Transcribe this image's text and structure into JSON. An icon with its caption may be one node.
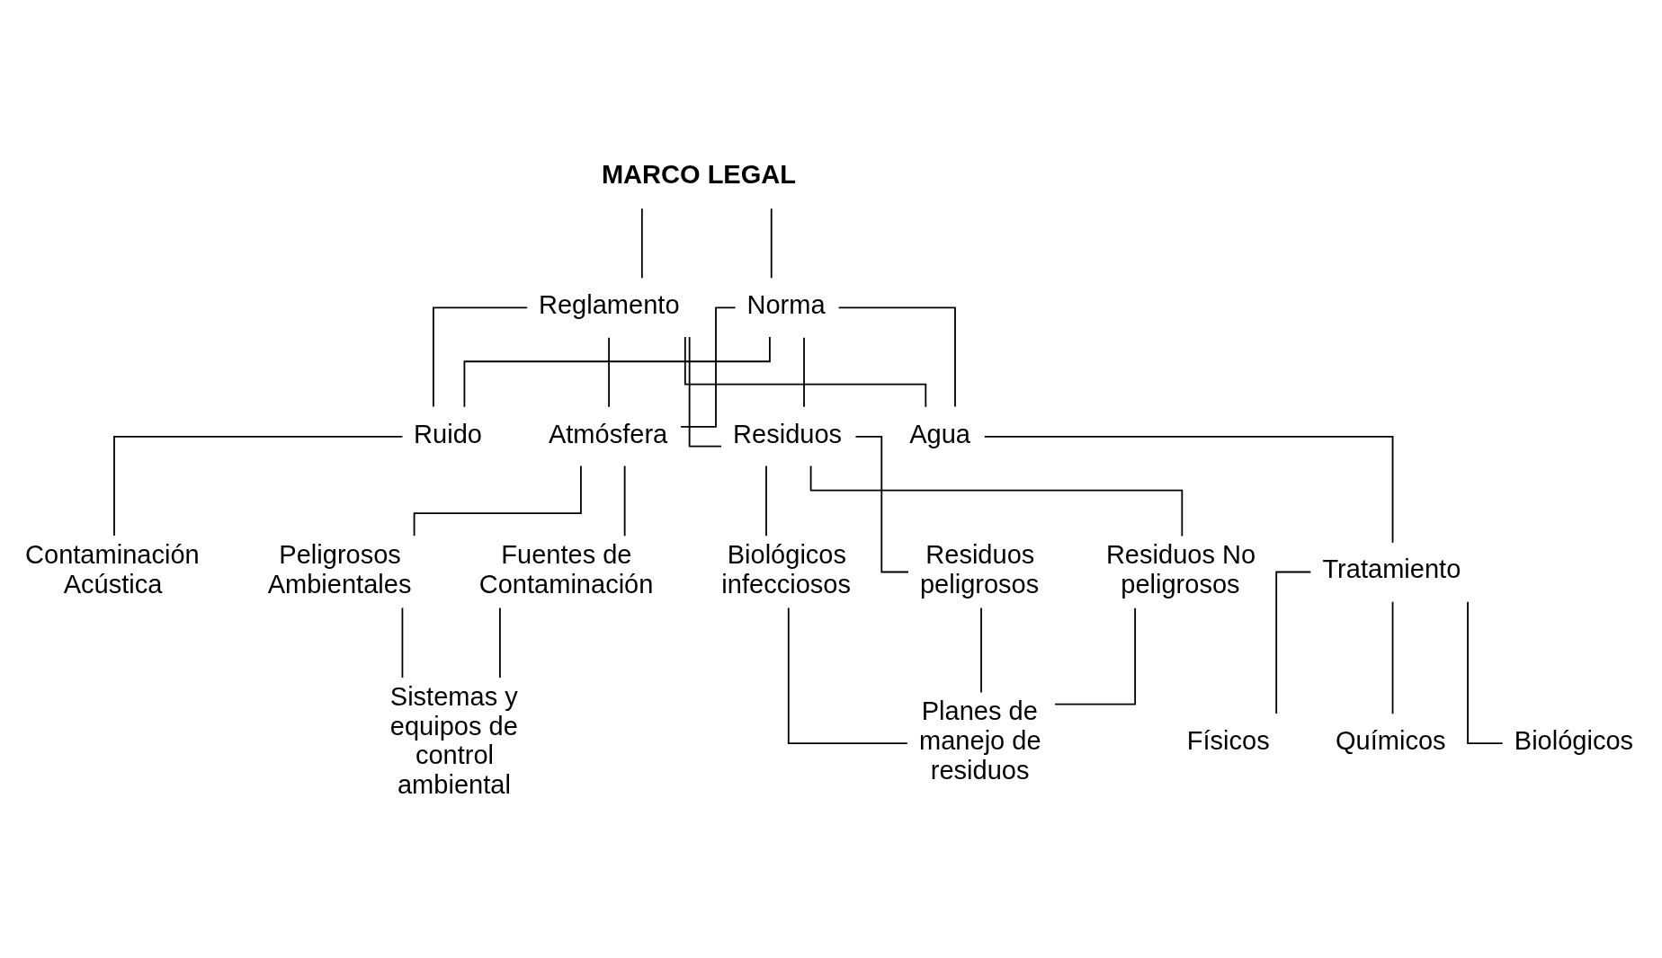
{
  "diagram": {
    "nodes": [
      {
        "text": [
          "MARCO LEGAL"
        ]
      },
      {
        "text": [
          "Reglamento"
        ]
      },
      {
        "text": [
          "Norma"
        ]
      },
      {
        "text": [
          "Ruido"
        ]
      },
      {
        "text": [
          "Atmósfera"
        ]
      },
      {
        "text": [
          "Residuos"
        ]
      },
      {
        "text": [
          "Agua"
        ]
      },
      {
        "text": [
          "Contaminación Acústica"
        ]
      },
      {
        "text": [
          "Peligrosos Ambientales"
        ]
      },
      {
        "text": [
          "Fuentes de Contaminación"
        ]
      },
      {
        "text": [
          "Biológicos infecciosos"
        ]
      },
      {
        "text": [
          "Residuos peligrosos"
        ]
      },
      {
        "text": [
          "Residuos No peligrosos"
        ]
      },
      {
        "text": [
          "Tratamiento"
        ]
      },
      {
        "text": [
          "Sistemas y equipos de control ambiental"
        ]
      },
      {
        "text": [
          "Planes de manejo de residuos"
        ]
      },
      {
        "text": [
          "Físicos"
        ]
      },
      {
        "text": [
          "Químicos"
        ]
      },
      {
        "text": [
          "Biológicos"
        ]
      }
    ],
    "edges": [
      {
        "from": 0,
        "to": 1,
        "arrow": "none"
      },
      {
        "from": 0,
        "to": 2,
        "arrow": "none"
      },
      {
        "from": 1,
        "to": 3,
        "arrow": "none"
      },
      {
        "from": 1,
        "to": 4,
        "arrow": "none"
      },
      {
        "from": 1,
        "to": 5,
        "arrow": "none"
      },
      {
        "from": 1,
        "to": 6,
        "arrow": "none"
      },
      {
        "from": 2,
        "to": 3,
        "arrow": "none"
      },
      {
        "from": 2,
        "to": 4,
        "arrow": "none"
      },
      {
        "from": 2,
        "to": 5,
        "arrow": "none"
      },
      {
        "from": 2,
        "to": 6,
        "arrow": "none"
      },
      {
        "from": 3,
        "to": 7,
        "arrow": "none"
      },
      {
        "from": 4,
        "to": 8,
        "arrow": "none"
      },
      {
        "from": 4,
        "to": 9,
        "arrow": "none"
      },
      {
        "from": 5,
        "to": 10,
        "arrow": "none"
      },
      {
        "from": 5,
        "to": 11,
        "arrow": "none"
      },
      {
        "from": 5,
        "to": 12,
        "arrow": "none"
      },
      {
        "from": 6,
        "to": 13,
        "arrow": "none"
      },
      {
        "from": 8,
        "to": 14,
        "arrow": "none"
      },
      {
        "from": 9,
        "to": 14,
        "arrow": "none"
      },
      {
        "from": 10,
        "to": 15,
        "arrow": "none"
      },
      {
        "from": 11,
        "to": 15,
        "arrow": "none"
      },
      {
        "from": 12,
        "to": 15,
        "arrow": "none"
      },
      {
        "from": 13,
        "to": 16,
        "arrow": "none"
      },
      {
        "from": 13,
        "to": 17,
        "arrow": "none"
      },
      {
        "from": 13,
        "to": 18,
        "arrow": "none"
      }
    ]
  }
}
